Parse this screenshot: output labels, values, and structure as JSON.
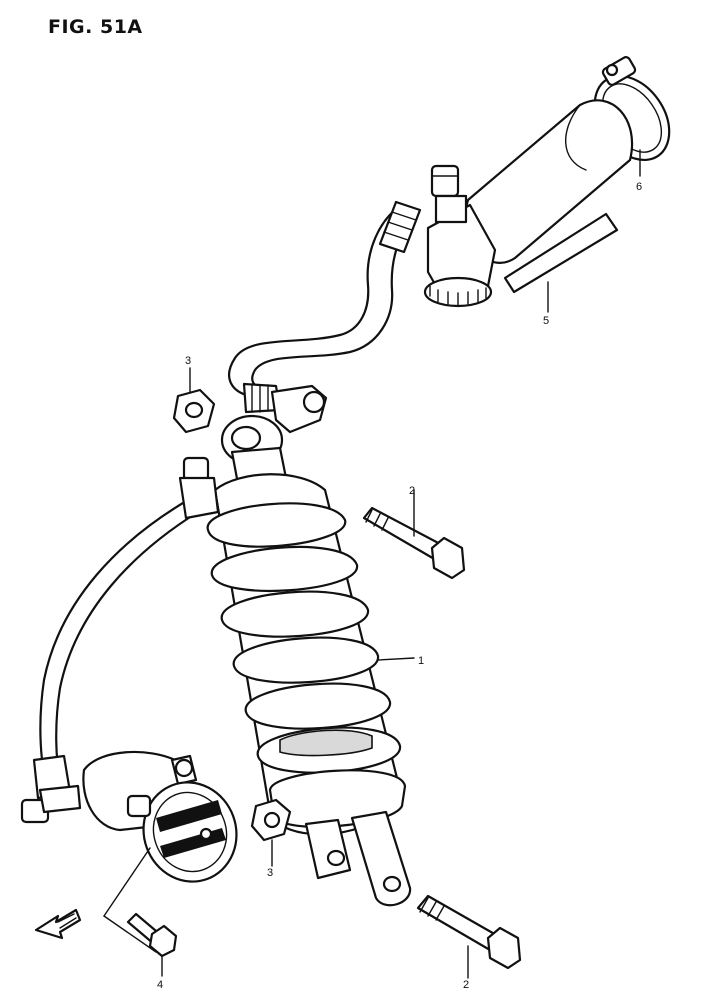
{
  "title": "FIG. 51A",
  "callouts": {
    "c1": "1",
    "c2a": "2",
    "c2b": "2",
    "c3a": "3",
    "c3b": "3",
    "c4": "4",
    "c5": "5",
    "c6": "6"
  },
  "icons": {
    "front_arrow": "arrow-icon"
  }
}
